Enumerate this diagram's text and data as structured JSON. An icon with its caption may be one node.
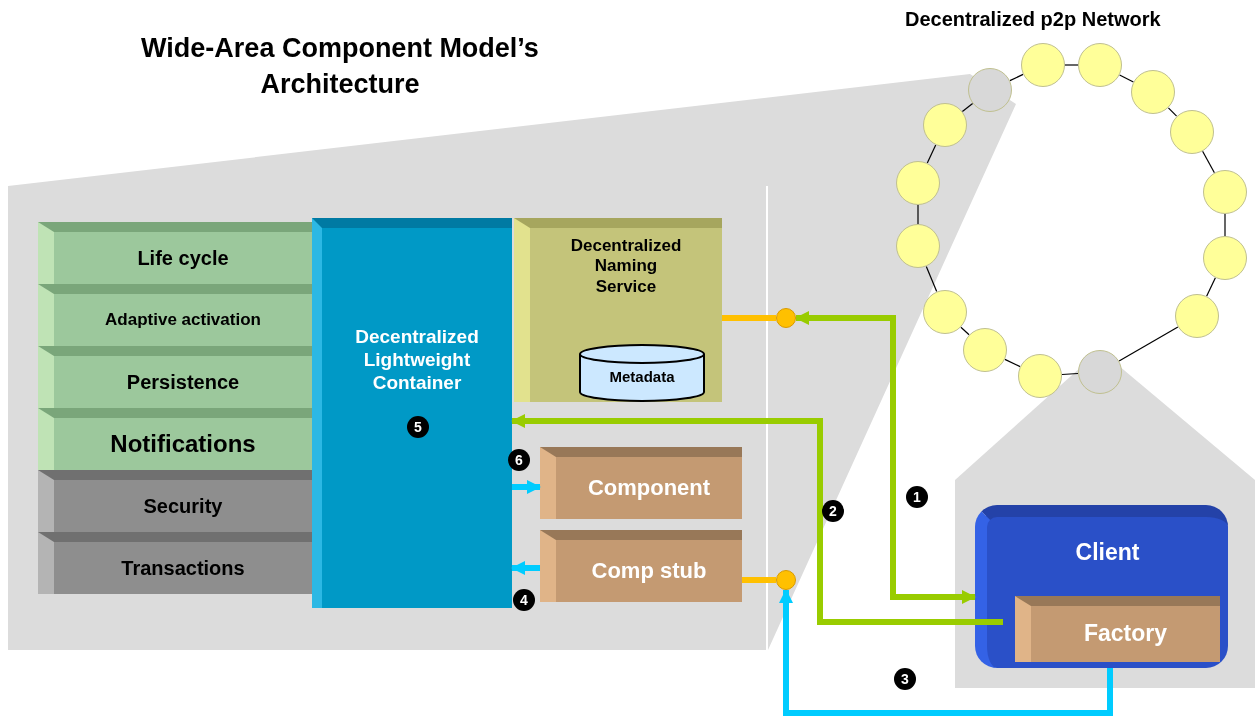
{
  "diagram": {
    "title": "Wide-Area Component Model’s Architecture",
    "nodes": [
      {
        "text": [],
        "shape": "box"
      },
      {
        "text": [
          "Life cycle"
        ],
        "in": 0
      },
      {
        "text": [
          "Adaptive activation"
        ],
        "in": 0
      },
      {
        "text": [
          "Persistence"
        ],
        "in": 0
      },
      {
        "text": [
          "Notifications"
        ],
        "in": 0
      },
      {
        "text": [
          "Security"
        ],
        "in": 0
      },
      {
        "text": [
          "Transactions"
        ],
        "in": 0
      },
      {
        "text": [
          "Decentralized Lightweight Container"
        ],
        "in": 0
      },
      {
        "text": [
          "Decentralized Naming Service"
        ],
        "in": 0
      },
      {
        "text": [
          "Metadata"
        ],
        "in": 8
      },
      {
        "text": [
          "Component"
        ],
        "in": 0
      },
      {
        "text": [
          "Comp stub"
        ],
        "in": 0
      },
      {
        "text": [],
        "shape": "circle"
      },
      {
        "text": [],
        "shape": "circle"
      },
      {
        "text": [
          "Client"
        ]
      },
      {
        "text": [
          "Factory"
        ],
        "in": 14
      },
      {
        "text": [],
        "shape": "circle"
      },
      {
        "text": [],
        "shape": "circle"
      },
      {
        "text": [],
        "shape": "circle"
      },
      {
        "text": [],
        "shape": "circle"
      },
      {
        "text": [],
        "shape": "circle"
      },
      {
        "text": [],
        "shape": "circle"
      },
      {
        "text": [],
        "shape": "circle"
      },
      {
        "text": [],
        "shape": "circle"
      },
      {
        "text": [],
        "shape": "circle"
      },
      {
        "text": [],
        "shape": "circle"
      },
      {
        "text": [],
        "shape": "circle"
      },
      {
        "text": [],
        "shape": "circle"
      },
      {
        "text": [],
        "shape": "circle"
      },
      {
        "text": [],
        "shape": "circle"
      },
      {
        "text": [],
        "shape": "circle"
      }
    ],
    "edges": [
      {
        "from": 8,
        "to": 12,
        "arrow": "none",
        "style": "thick",
        "color": "#ffc000"
      },
      {
        "from": 12,
        "to": 14,
        "arrow": "both",
        "style": "thick",
        "color": "#99cc00"
      },
      {
        "from": 15,
        "to": 7,
        "arrow": "to",
        "style": "thick",
        "color": "#99cc00"
      },
      {
        "from": 14,
        "to": 13,
        "arrow": "to",
        "style": "thick",
        "color": "#00ccff"
      },
      {
        "from": 11,
        "to": 13,
        "arrow": "none",
        "style": "thick",
        "color": "#ffc000"
      },
      {
        "from": 7,
        "to": 10,
        "arrow": "to",
        "style": "thick",
        "color": "#00ccff"
      },
      {
        "from": 11,
        "to": 7,
        "arrow": "to",
        "style": "thick",
        "color": "#00ccff"
      },
      {
        "from": 16,
        "to": 17,
        "arrow": "none"
      },
      {
        "from": 17,
        "to": 18,
        "arrow": "none"
      },
      {
        "from": 18,
        "to": 19,
        "arrow": "none"
      },
      {
        "from": 19,
        "to": 20,
        "arrow": "none"
      },
      {
        "from": 20,
        "to": 21,
        "arrow": "none"
      },
      {
        "from": 21,
        "to": 22,
        "arrow": "none"
      },
      {
        "from": 22,
        "to": 23,
        "arrow": "none"
      },
      {
        "from": 23,
        "to": 24,
        "arrow": "none"
      },
      {
        "from": 24,
        "to": 25,
        "arrow": "none"
      },
      {
        "from": 25,
        "to": 26,
        "arrow": "none"
      },
      {
        "from": 26,
        "to": 27,
        "arrow": "none"
      },
      {
        "from": 27,
        "to": 28,
        "arrow": "none"
      },
      {
        "from": 28,
        "to": 29,
        "arrow": "none"
      },
      {
        "from": 29,
        "to": 30,
        "arrow": "none"
      },
      {
        "from": 30,
        "to": 16,
        "arrow": "none"
      }
    ],
    "labels": [
      "Decentralized p2p Network",
      "5",
      "6",
      "1",
      "2",
      "4",
      "3"
    ]
  }
}
